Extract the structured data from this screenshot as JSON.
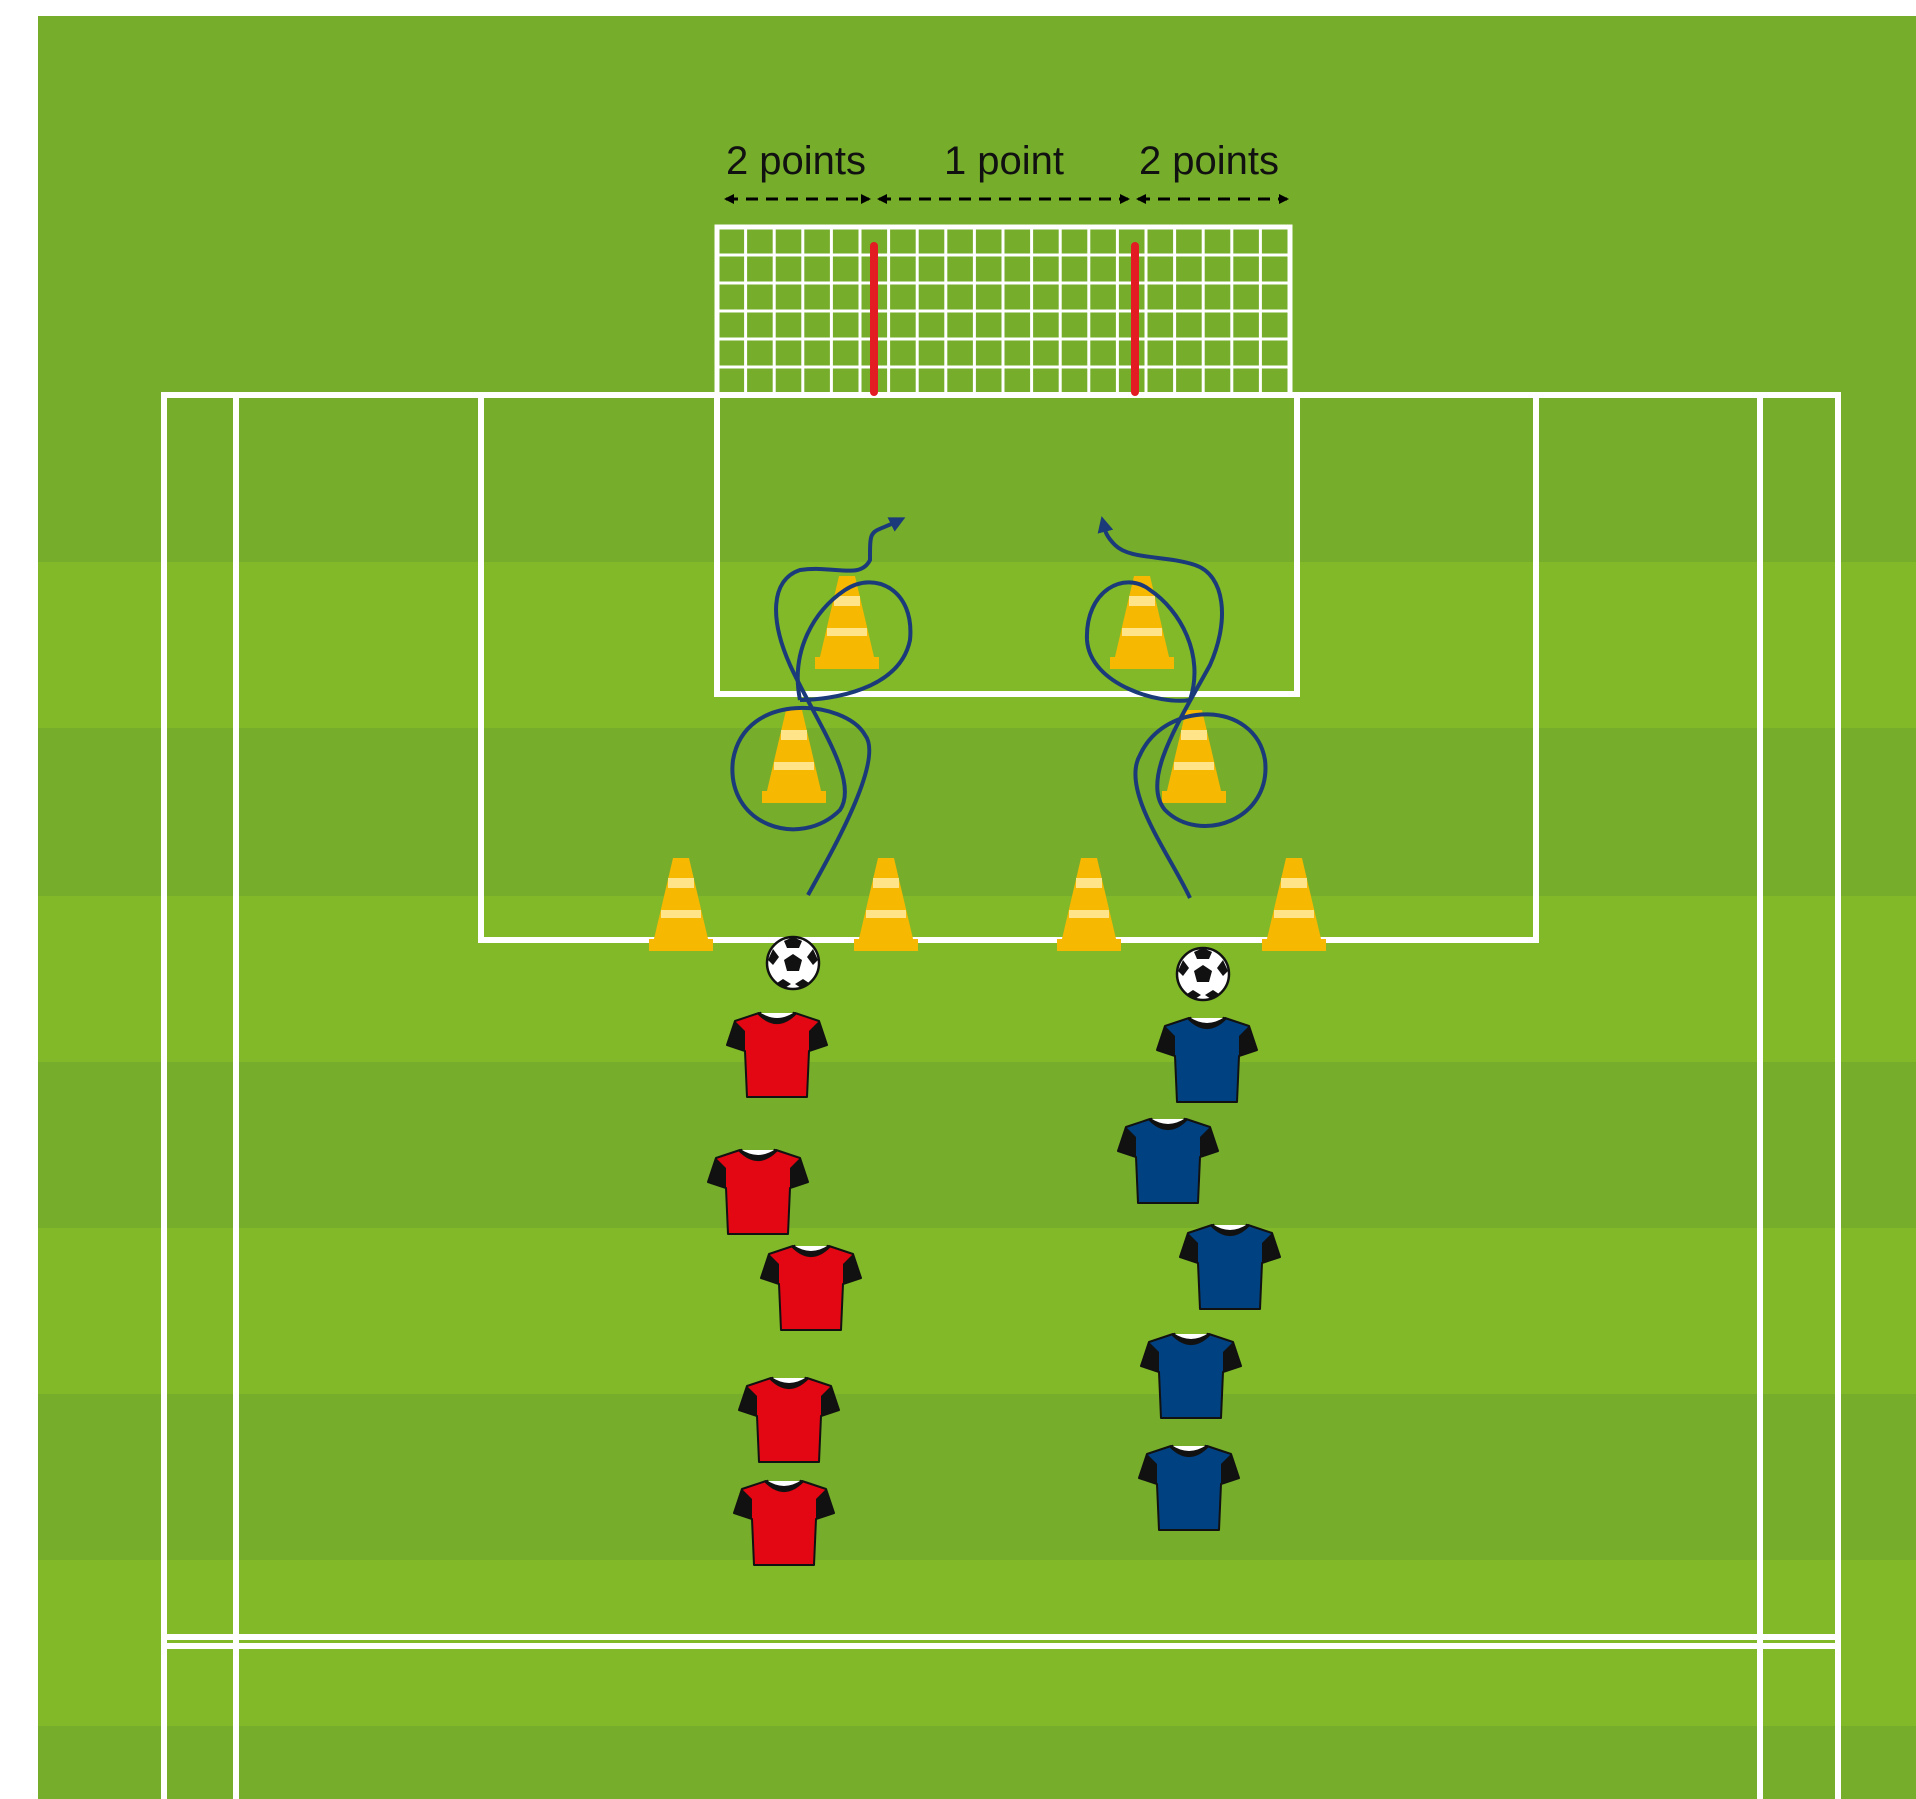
{
  "labels": {
    "left_zone": "2 points",
    "center_zone": "1 point",
    "right_zone": "2 points"
  },
  "colors": {
    "pitch_dark": "#76ad2a",
    "pitch_light": "#81b928",
    "lines": "#ffffff",
    "goal_post_marker": "#e31b23",
    "cone": "#f6b800",
    "path": "#1a3a7a",
    "red_team": "#e30613",
    "blue_team": "#004182",
    "arrow": "#000000"
  },
  "teams": [
    {
      "name_icon": "red-shirt-icon",
      "players": 5
    },
    {
      "name_icon": "blue-shirt-icon",
      "players": 5
    }
  ],
  "icons": [
    "soccer-ball-icon",
    "cone-icon",
    "red-shirt-icon",
    "blue-shirt-icon",
    "dribble-path-arrow"
  ]
}
